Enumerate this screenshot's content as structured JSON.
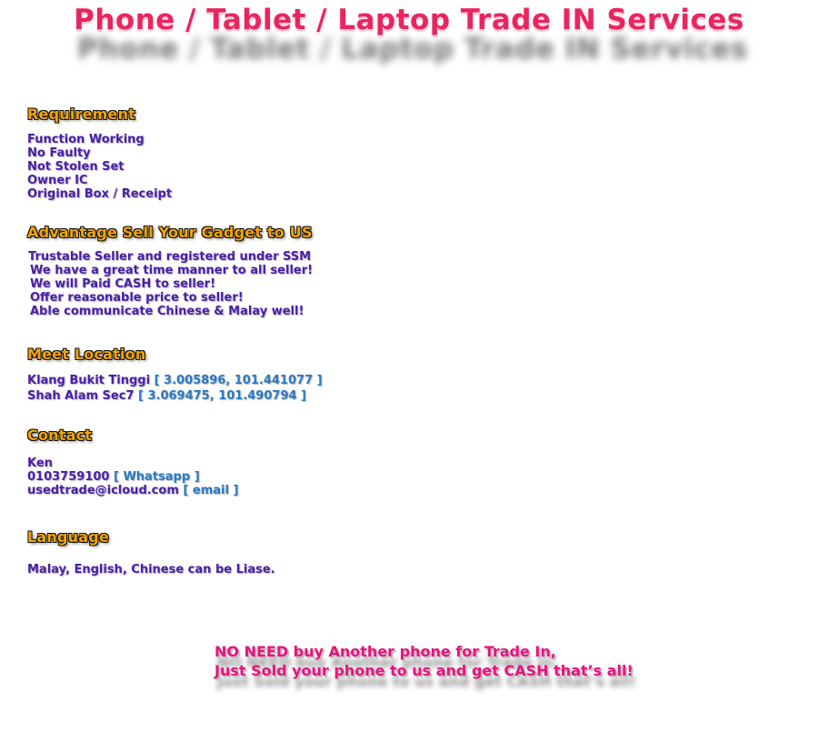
{
  "page": {
    "title": "Phone / Tablet / Laptop Trade IN Services"
  },
  "requirement": {
    "heading": "Requirement",
    "items": [
      "Function Working",
      "No Faulty",
      "Not Stolen Set",
      "Owner IC",
      "Original Box / Receipt"
    ]
  },
  "advantage": {
    "heading": "Advantage Sell Your Gadget to US",
    "items": [
      "Trustable Seller and registered under SSM",
      "We have a great time manner to all seller!",
      "We will Paid CASH to seller!",
      "Offer reasonable price to seller!",
      "Able communicate Chinese & Malay well!"
    ]
  },
  "location": {
    "heading": "Meet Location",
    "items": [
      {
        "name": "Klang Bukit Tinggi",
        "coords": "[ 3.005896, 101.441077 ]"
      },
      {
        "name": "Shah Alam Sec7",
        "coords": "[ 3.069475, 101.490794 ]"
      }
    ]
  },
  "contact": {
    "heading": "Contact",
    "name": "Ken",
    "phone": "0103759100",
    "whatsapp_link": "[ Whatsapp ]",
    "email": "usedtrade@icloud.com",
    "email_link": "[ email ]"
  },
  "language": {
    "heading": "Language",
    "text": "Malay, English, Chinese can be Liase."
  },
  "footer": {
    "line1": "NO NEED buy Another phone for Trade In,",
    "line2": "Just Sold your phone to us and get CASH that’s all!"
  },
  "colors": {
    "title": "#e8265e",
    "heading": "#f5a500",
    "body_text": "#4a1fa8",
    "link": "#2b79c2",
    "footer": "#e8127f"
  }
}
